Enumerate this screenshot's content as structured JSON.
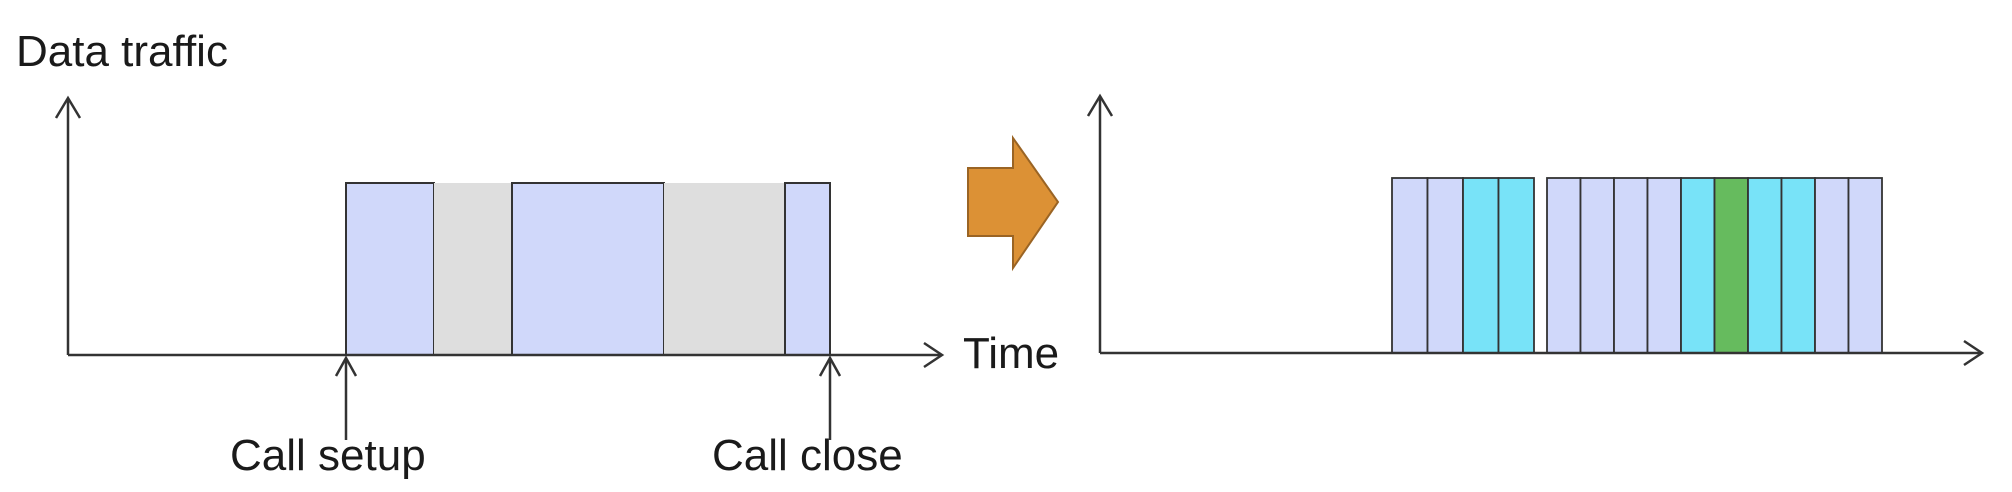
{
  "labels": {
    "y_axis": "Data traffic",
    "x_axis": "Time",
    "call_setup": "Call setup",
    "call_close": "Call close"
  },
  "colors": {
    "active": "#d0d8fa",
    "idle": "#dedede",
    "cyan": "#78e3f8",
    "green": "#66bb5e",
    "arrow": "#dc9135",
    "stroke": "#333333"
  },
  "left_diagram": {
    "segments": [
      "active",
      "idle",
      "active",
      "idle",
      "active"
    ]
  },
  "right_diagram": {
    "slots": [
      "active",
      "active",
      "cyan",
      "cyan",
      "active",
      "active",
      "active",
      "active",
      "cyan",
      "green",
      "cyan",
      "cyan",
      "active",
      "active"
    ]
  }
}
